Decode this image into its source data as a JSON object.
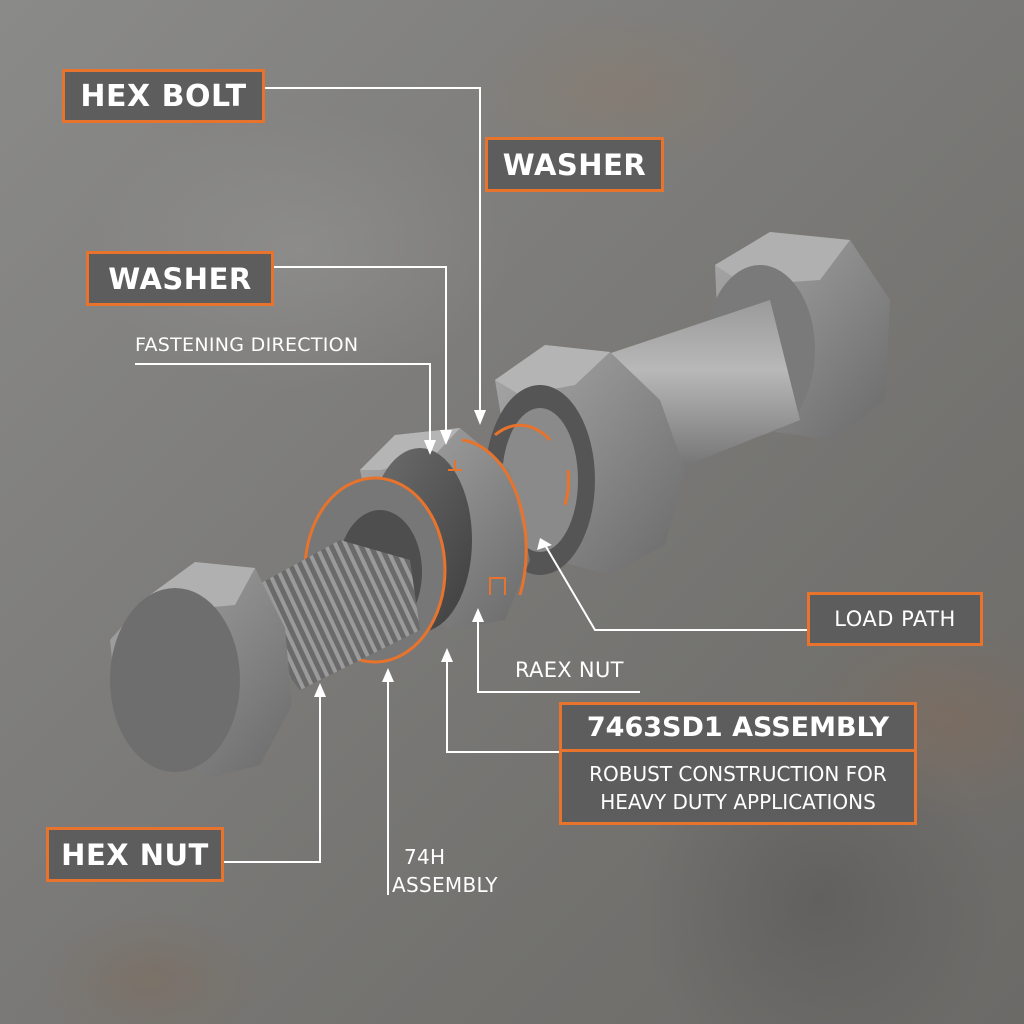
{
  "diagram": {
    "subject": "Hex bolt, washer and nut assembly on concrete surface",
    "colors": {
      "accent_orange": "#e8732c",
      "label_fill": "#5d5d5d",
      "leader_line": "#ffffff",
      "metal": "#8c8c8c"
    },
    "labels": {
      "hex_bolt": "HEX BOLT",
      "washer_top": "WASHER",
      "washer_left": "WASHER",
      "fastening_direction": "FASTENING DIRECTION",
      "load_path": "LOAD PATH",
      "raex_nut": "RAEX NUT",
      "hex_nut": "HEX NUT",
      "assembly_small_line1": "74H",
      "assembly_small_line2": "ASSEMBLY"
    },
    "assembly_callout": {
      "title": "7463SD1 ASSEMBLY",
      "subtitle_line1": "ROBUST CONSTRUCTION FOR",
      "subtitle_line2": "HEAVY DUTY APPLICATIONS"
    }
  }
}
